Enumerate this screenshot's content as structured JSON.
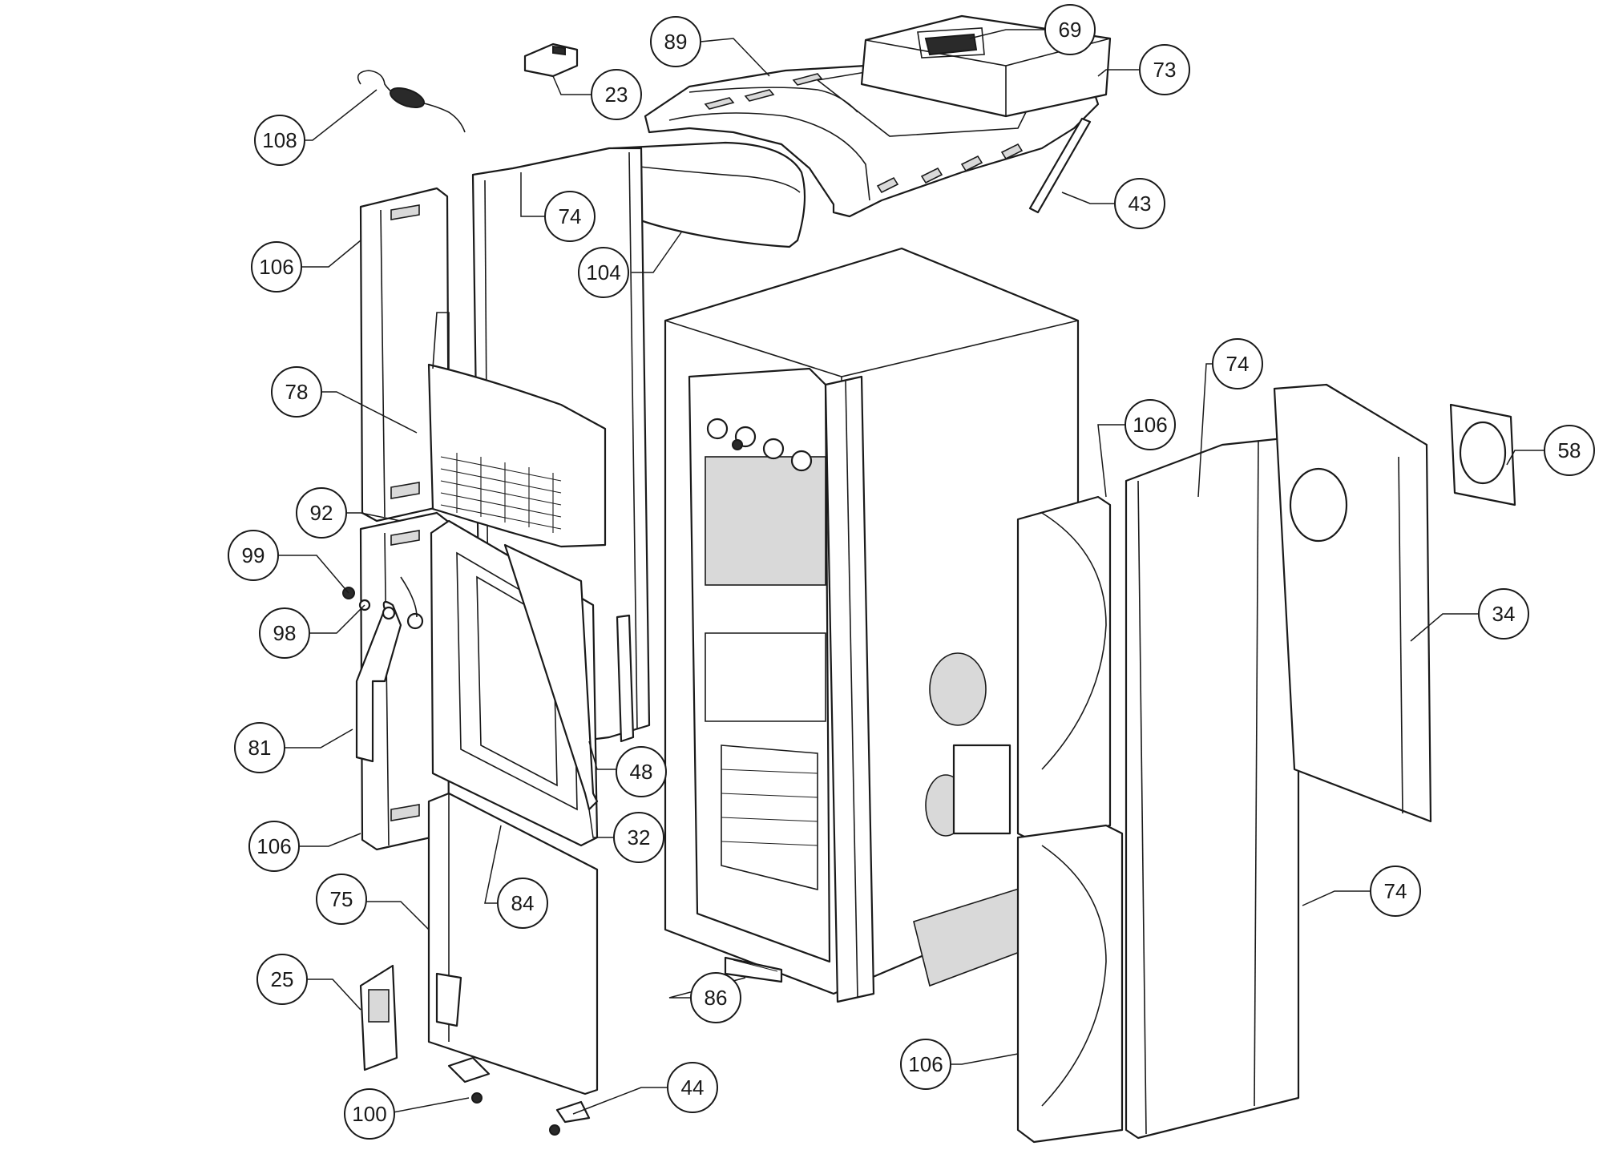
{
  "callouts": [
    {
      "id": "c-89",
      "label": "89"
    },
    {
      "id": "c-69",
      "label": "69"
    },
    {
      "id": "c-73",
      "label": "73"
    },
    {
      "id": "c-23",
      "label": "23"
    },
    {
      "id": "c-108",
      "label": "108"
    },
    {
      "id": "c-74-top",
      "label": "74"
    },
    {
      "id": "c-43",
      "label": "43"
    },
    {
      "id": "c-104",
      "label": "104"
    },
    {
      "id": "c-106-top",
      "label": "106"
    },
    {
      "id": "c-78",
      "label": "78"
    },
    {
      "id": "c-92",
      "label": "92"
    },
    {
      "id": "c-99",
      "label": "99"
    },
    {
      "id": "c-98",
      "label": "98"
    },
    {
      "id": "c-81",
      "label": "81"
    },
    {
      "id": "c-106-left",
      "label": "106"
    },
    {
      "id": "c-48",
      "label": "48"
    },
    {
      "id": "c-32",
      "label": "32"
    },
    {
      "id": "c-84",
      "label": "84"
    },
    {
      "id": "c-75",
      "label": "75"
    },
    {
      "id": "c-25",
      "label": "25"
    },
    {
      "id": "c-86",
      "label": "86"
    },
    {
      "id": "c-100",
      "label": "100"
    },
    {
      "id": "c-44",
      "label": "44"
    },
    {
      "id": "c-74-right",
      "label": "74"
    },
    {
      "id": "c-106-right",
      "label": "106"
    },
    {
      "id": "c-58",
      "label": "58"
    },
    {
      "id": "c-34",
      "label": "34"
    },
    {
      "id": "c-74-bottom",
      "label": "74"
    },
    {
      "id": "c-106-bottom",
      "label": "106"
    }
  ]
}
